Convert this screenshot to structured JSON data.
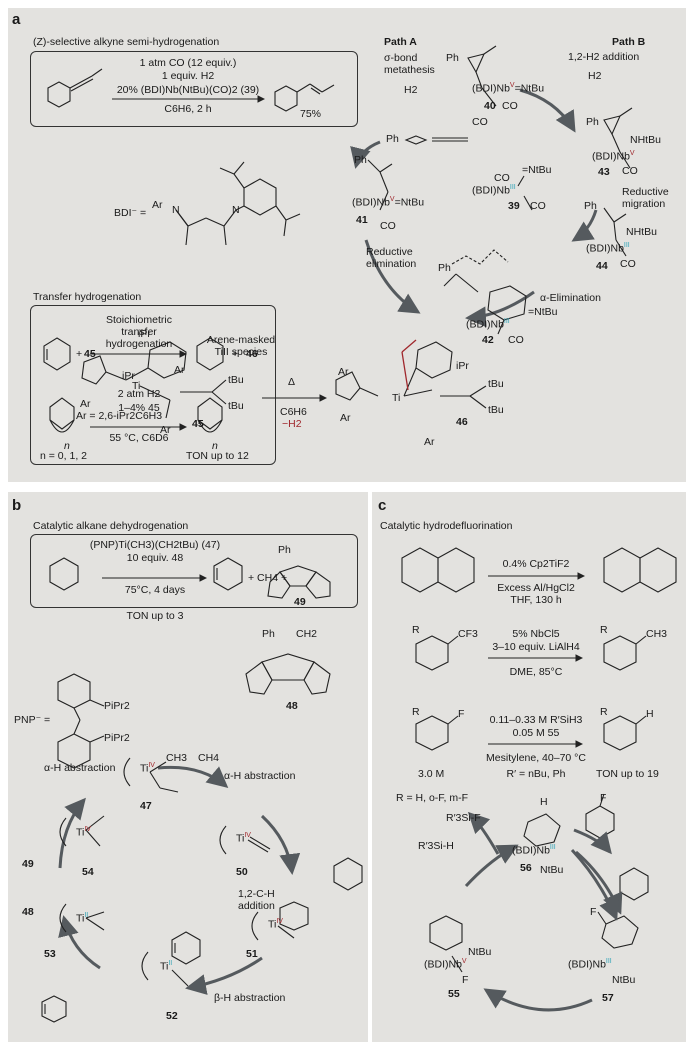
{
  "colors": {
    "panel_bg": "#e3e2df",
    "oxidation_v": "#a0282d",
    "oxidation_iii": "#2fa3b6",
    "arrow": "#555a5e"
  },
  "panel_a": {
    "label": "a",
    "semi_title": "(Z)-selective alkyne semi-hydrogenation",
    "cond1": "1 atm CO (12 equiv.)",
    "cond2": "1 equiv. H2",
    "cond3": "20% (BDI)Nb(NtBu)(CO)2 (39)",
    "cond4": "C6H6, 2 h",
    "yield": "75%",
    "bdi": "BDI⁻ =",
    "ar": "Ar",
    "n": "N",
    "path_a": "Path A",
    "path_a_sub1": "σ-bond",
    "path_a_sub2": "metathesis",
    "path_b": "Path B",
    "path_b_sub": "1,2-H2 addition",
    "h2_left": "H2",
    "h2_right": "H2",
    "co": "CO",
    "ph": "Ph",
    "nbv_40": "(BDI)Nb",
    "ox_v": "V",
    "ox_iii": "III",
    "ntbu": "=NtBu",
    "nhtbu": "NHtBu",
    "c40": "40",
    "c41": "41",
    "c43": "43",
    "c39": "39",
    "c44": "44",
    "c42": "42",
    "reductive_migration_1": "Reductive",
    "reductive_migration_2": "migration",
    "reductive_elim_1": "Reductive",
    "reductive_elim_2": "elimination",
    "alpha_elim": "α-Elimination",
    "transfer_title": "Transfer hydrogenation",
    "stoich1": "Stoichiometric",
    "stoich2": "transfer",
    "stoich3": "hydrogenation",
    "plus": "+",
    "c45": "45",
    "c46": "46",
    "cat1": "2 atm H2",
    "cat2": "1–4% 45",
    "cat3": "55 °C, C6D6",
    "n_range": "n = 0, 1, 2",
    "n_sub": "n",
    "ton": "TON up to 12",
    "arene_masked1": "Arene-masked",
    "arene_masked2": "TiII species",
    "ipr": "iPr",
    "ti": "Ti",
    "tbu": "tBu",
    "ar_def": "Ar = 2,6-iPr2C6H3",
    "delta": "Δ",
    "c6h6": "C6H6",
    "minus_h2": "−H2"
  },
  "panel_b": {
    "label": "b",
    "title": "Catalytic alkane dehydrogenation",
    "cat1": "(PNP)Ti(CH3)(CH2tBu) (47)",
    "cat2": "10 equiv. 48",
    "cat3": "75°C, 4 days",
    "ton": "TON up to 3",
    "ch4": "+ CH4 +",
    "c49": "49",
    "c48": "48",
    "c47": "47",
    "c50": "50",
    "c51": "51",
    "c52": "52",
    "c53": "53",
    "c54": "54",
    "pnp": "PNP⁻ =",
    "pipr2": "PiPr2",
    "alpha_h_left": "α-H abstraction",
    "alpha_h_right": "α-H abstraction",
    "ch_add1": "1,2-C-H",
    "ch_add2": "addition",
    "beta_h": "β-H abstraction",
    "ch3": "CH3",
    "ch4_out": "CH4",
    "tiiv": "Ti",
    "ox_iv": "IV",
    "ox_ii": "II",
    "ph": "Ph",
    "p": "P",
    "ch2": "CH2"
  },
  "panel_c": {
    "label": "c",
    "title": "Catalytic hydrodefluorination",
    "r1_c1": "0.4% Cp2TiF2",
    "r1_c2": "Excess Al/HgCl2",
    "r1_c3": "THF, 130 h",
    "r2_c1": "5% NbCl5",
    "r2_c2": "3–10 equiv. LiAlH4",
    "r2_c3": "DME, 85°C",
    "r3_c1": "0.11–0.33 M R′SiH3",
    "r3_c2": "0.05 M 55",
    "r3_c3": "Mesitylene, 40–70 °C",
    "r3_c4": "R′ = nBu, Ph",
    "conc": "3.0 M",
    "ton": "TON up to 19",
    "r_def": "R = H, o-F, m-F",
    "cf3": "CF3",
    "ch3": "CH3",
    "r": "R",
    "f": "F",
    "h": "H",
    "sif": "R′3Si-F",
    "sih": "R′3Si-H",
    "c55": "55",
    "c56": "56",
    "c57": "57",
    "bdinb": "(BDI)Nb",
    "ox_iii": "III",
    "ox_v": "V",
    "ntbu": "NtBu"
  }
}
